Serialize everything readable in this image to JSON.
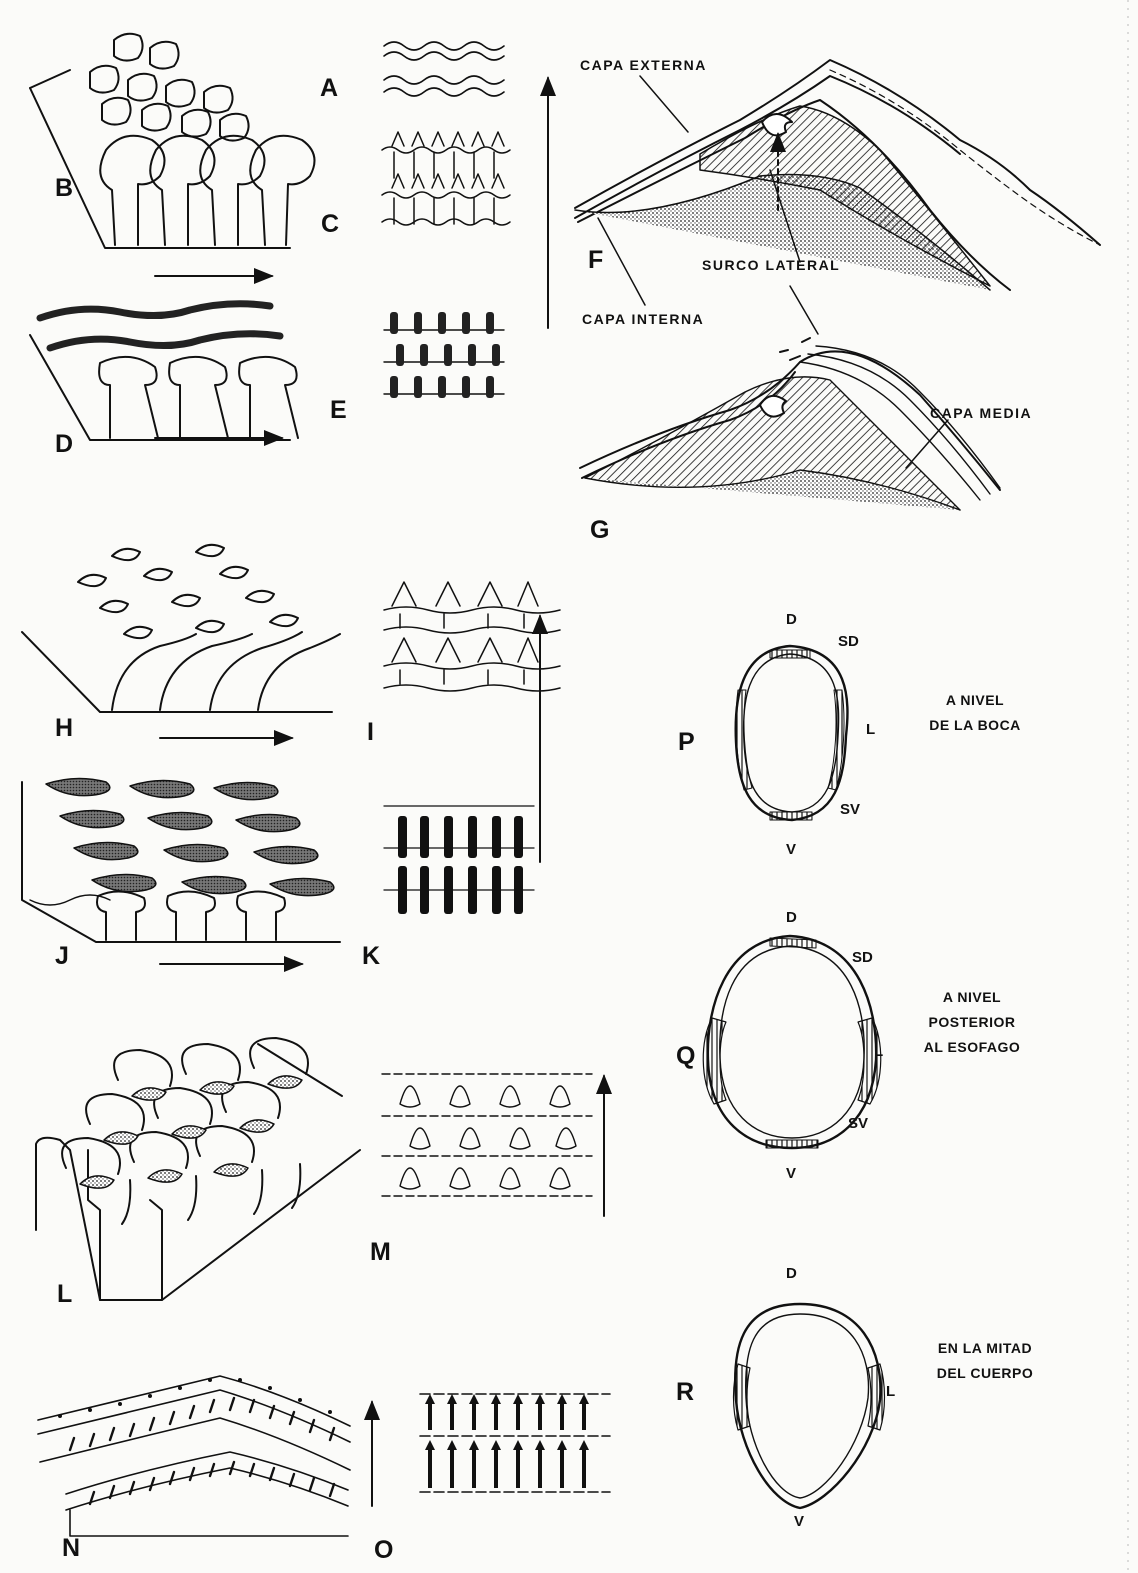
{
  "panels": [
    "A",
    "B",
    "C",
    "D",
    "E",
    "F",
    "G",
    "H",
    "I",
    "J",
    "K",
    "L",
    "M",
    "N",
    "O",
    "P",
    "Q",
    "R"
  ],
  "callouts": {
    "capa_externa": "CAPA EXTERNA",
    "capa_interna": "CAPA INTERNA",
    "surco_lateral": "SURCO LATERAL",
    "capa_media": "CAPA MEDIA"
  },
  "positions": {
    "dorsal": "D",
    "subdorsal": "SD",
    "lateral": "L",
    "subventral": "SV",
    "ventral": "V"
  },
  "sections": {
    "P": [
      "A NIVEL",
      "DE LA BOCA"
    ],
    "Q": [
      "A NIVEL",
      "POSTERIOR",
      "AL ESOFAGO"
    ],
    "R": [
      "EN LA MITAD",
      "DEL CUERPO"
    ]
  },
  "colors": {
    "ink": "#111111",
    "paper": "#fbfbf9"
  }
}
